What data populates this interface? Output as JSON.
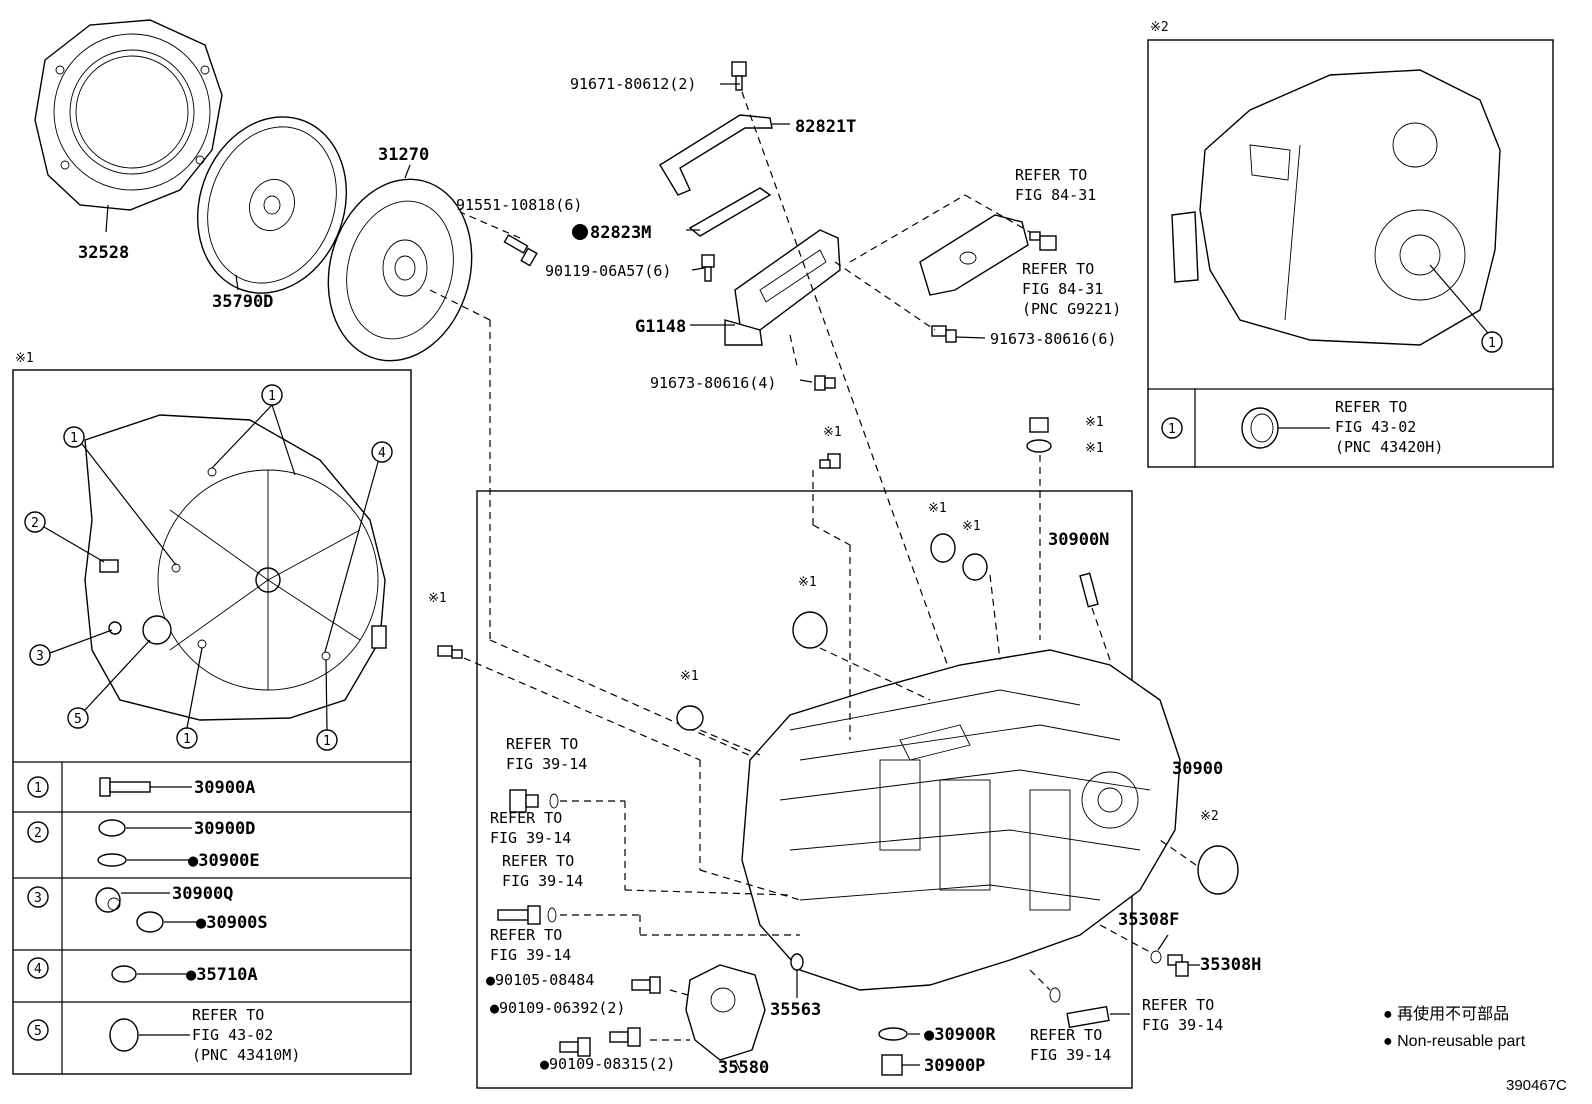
{
  "top_labels": {
    "p32528": "32528",
    "p35790d": "35790D",
    "p31270": "31270",
    "p91551": "91551-10818(6)",
    "p82823m": "82823M",
    "p90119": "90119-06A57(6)",
    "p91671": "91671-80612(2)",
    "p82821t": "82821T",
    "pg1148": "G1148",
    "p91673a": "91673-80616(4)",
    "p91673b": "91673-80616(6)",
    "ref84a_1": "REFER TO",
    "ref84a_2": "FIG 84-31",
    "ref84b_1": "REFER TO",
    "ref84b_2": "FIG 84-31",
    "ref84b_3": "(PNC G9221)"
  },
  "inset1": {
    "marker": "※1",
    "callouts": [
      "1",
      "1",
      "2",
      "3",
      "4",
      "5",
      "1",
      "1"
    ],
    "table": [
      {
        "num": "1",
        "parts": [
          "30900A"
        ]
      },
      {
        "num": "2",
        "parts": [
          "30900D",
          "●30900E"
        ]
      },
      {
        "num": "3",
        "parts": [
          "30900Q",
          "●30900S"
        ]
      },
      {
        "num": "4",
        "parts": [
          "●35710A"
        ]
      },
      {
        "num": "5",
        "ref": [
          "REFER TO",
          "FIG 43-02",
          "(PNC 43410M)"
        ]
      }
    ]
  },
  "inset2": {
    "marker": "※2",
    "callout": "1",
    "table_num": "1",
    "ref": [
      "REFER TO",
      "FIG 43-02",
      "(PNC 43420H)"
    ]
  },
  "main": {
    "p30900": "30900",
    "p30900n": "30900N",
    "p35308f": "35308F",
    "p35308h": "35308H",
    "p35563": "35563",
    "p35580": "35580",
    "p30900r": "●30900R",
    "p30900p": "30900P",
    "p90105": "●90105-08484",
    "p90109a": "●90109-06392(2)",
    "p90109b": "●90109-08315(2)",
    "marks": [
      "※1",
      "※1",
      "※1",
      "※1",
      "※1",
      "※1",
      "※1",
      "※1",
      "※2"
    ],
    "refs": [
      [
        "REFER TO",
        "FIG 39-14"
      ],
      [
        "REFER TO",
        "FIG 39-14"
      ],
      [
        "REFER TO",
        "FIG 39-14"
      ],
      [
        "REFER TO",
        "FIG 39-14"
      ],
      [
        "REFER TO",
        "FIG 39-14"
      ],
      [
        "REFER TO",
        "FIG 39-14"
      ]
    ]
  },
  "legend": {
    "line1": "● 再使用不可部品",
    "line2": "● Non-reusable part"
  },
  "figure_code": "390467C"
}
